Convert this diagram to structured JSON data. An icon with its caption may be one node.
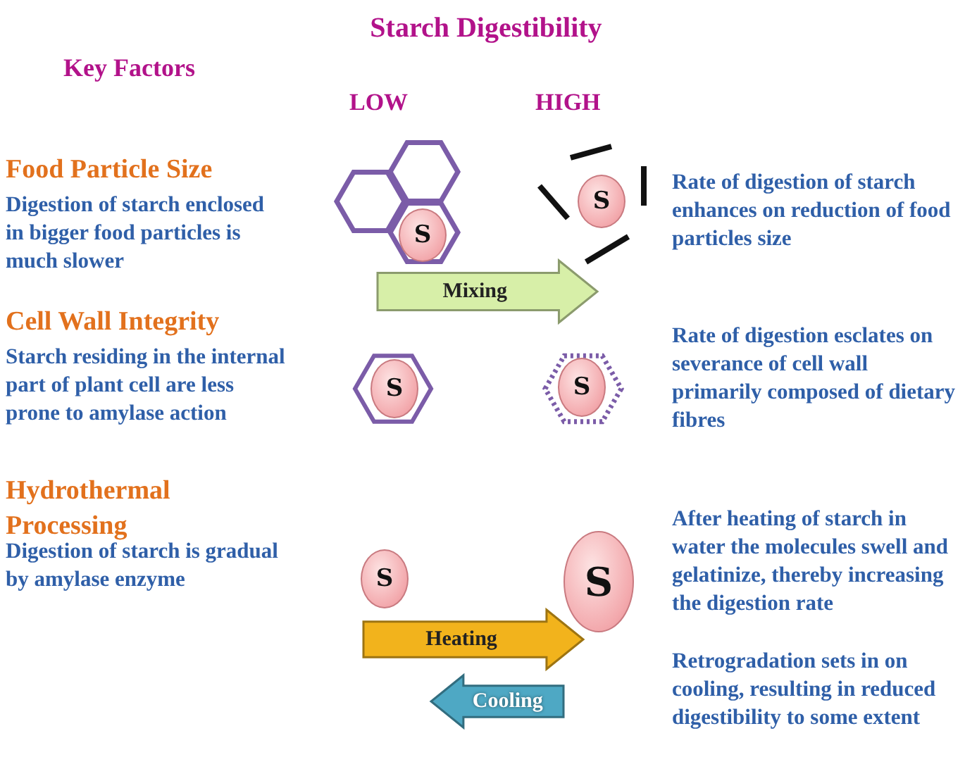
{
  "diagram": {
    "title": "Starch Digestibility",
    "nodes": [
      {
        "text": [
          "S"
        ]
      },
      {
        "text": [
          "S"
        ]
      },
      {
        "text": [
          "S"
        ]
      },
      {
        "text": [
          "S"
        ]
      },
      {
        "text": [
          "S"
        ]
      },
      {
        "text": [
          "S"
        ]
      }
    ],
    "edges": [
      {
        "from": 0,
        "to": 1,
        "arrow": "to",
        "label": "Mixing",
        "style": "thick",
        "color": "#d7efa8"
      },
      {
        "from": 4,
        "to": 5,
        "arrow": "to",
        "label": "Heating",
        "style": "thick",
        "color": "#f2b31c"
      },
      {
        "from": 5,
        "to": 4,
        "arrow": "to",
        "label": "Cooling",
        "style": "thick",
        "color": "#4ea8c4"
      }
    ],
    "labels": [
      "Key Factors",
      "LOW",
      "HIGH",
      "Food Particle Size",
      "Digestion of starch enclosed in bigger food particles is much slower",
      "Rate of digestion of starch enhances on reduction of food particles size",
      "Cell Wall Integrity",
      "Starch residing in the internal part of plant cell are less prone to amylase action",
      "Rate of digestion esclates on severance of cell wall primarily composed of dietary fibres",
      "Hydrothermal Processing",
      "Digestion of starch is gradual by amylase enzyme",
      "After heating of starch in water the molecules swell and gelatinize, thereby increasing the digestion rate",
      "Retrogradation sets in on cooling, resulting in reduced digestibility to some extent"
    ]
  }
}
